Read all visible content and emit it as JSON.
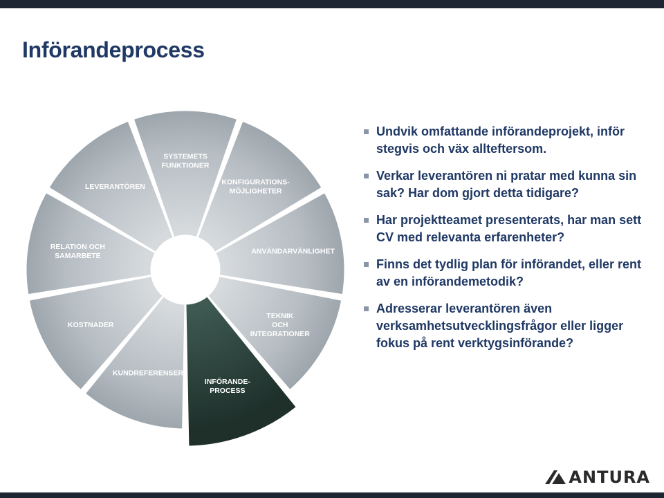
{
  "slide": {
    "title": "Införandeprocess"
  },
  "wheel": {
    "segments": [
      {
        "lines": [
          "SYSTEMETS",
          "FUNKTIONER"
        ],
        "highlight": false
      },
      {
        "lines": [
          "KONFIGURATIONS-",
          "MÖJLIGHETER"
        ],
        "highlight": false
      },
      {
        "lines": [
          "ANVÄNDARVÄNLIGHET"
        ],
        "highlight": false
      },
      {
        "lines": [
          "TEKNIK",
          "OCH",
          "INTEGRATIONER"
        ],
        "highlight": false
      },
      {
        "lines": [
          "INFÖRANDE-",
          "PROCESS"
        ],
        "highlight": true
      },
      {
        "lines": [
          "KUNDREFERENSER"
        ],
        "highlight": false
      },
      {
        "lines": [
          "KOSTNADER"
        ],
        "highlight": false
      },
      {
        "lines": [
          "RELATION OCH",
          "SAMARBETE"
        ],
        "highlight": false
      },
      {
        "lines": [
          "LEVERANTÖREN"
        ],
        "highlight": false
      }
    ],
    "colors": {
      "segment": "#c3c9ce",
      "segment_dark": "#9aa2a9",
      "highlight": "#2f4640",
      "highlight_dark": "#1c2b27",
      "label": "#ffffff"
    }
  },
  "bullets": [
    "Undvik omfattande införandeprojekt, inför stegvis och väx allteftersom.",
    "Verkar leverantören ni pratar med kunna sin sak? Har dom gjort detta tidigare?",
    "Har projektteamet presenterats, har man sett CV med relevanta erfarenheter?",
    "Finns det tydlig plan för införandet, eller rent av en införandemetodik?",
    "Adresserar leverantören även verksamhetsutvecklingsfrågor eller ligger fokus på rent verktygsinförande?"
  ],
  "logo": {
    "text": "ANTURA",
    "color": "#2a2a2a"
  }
}
